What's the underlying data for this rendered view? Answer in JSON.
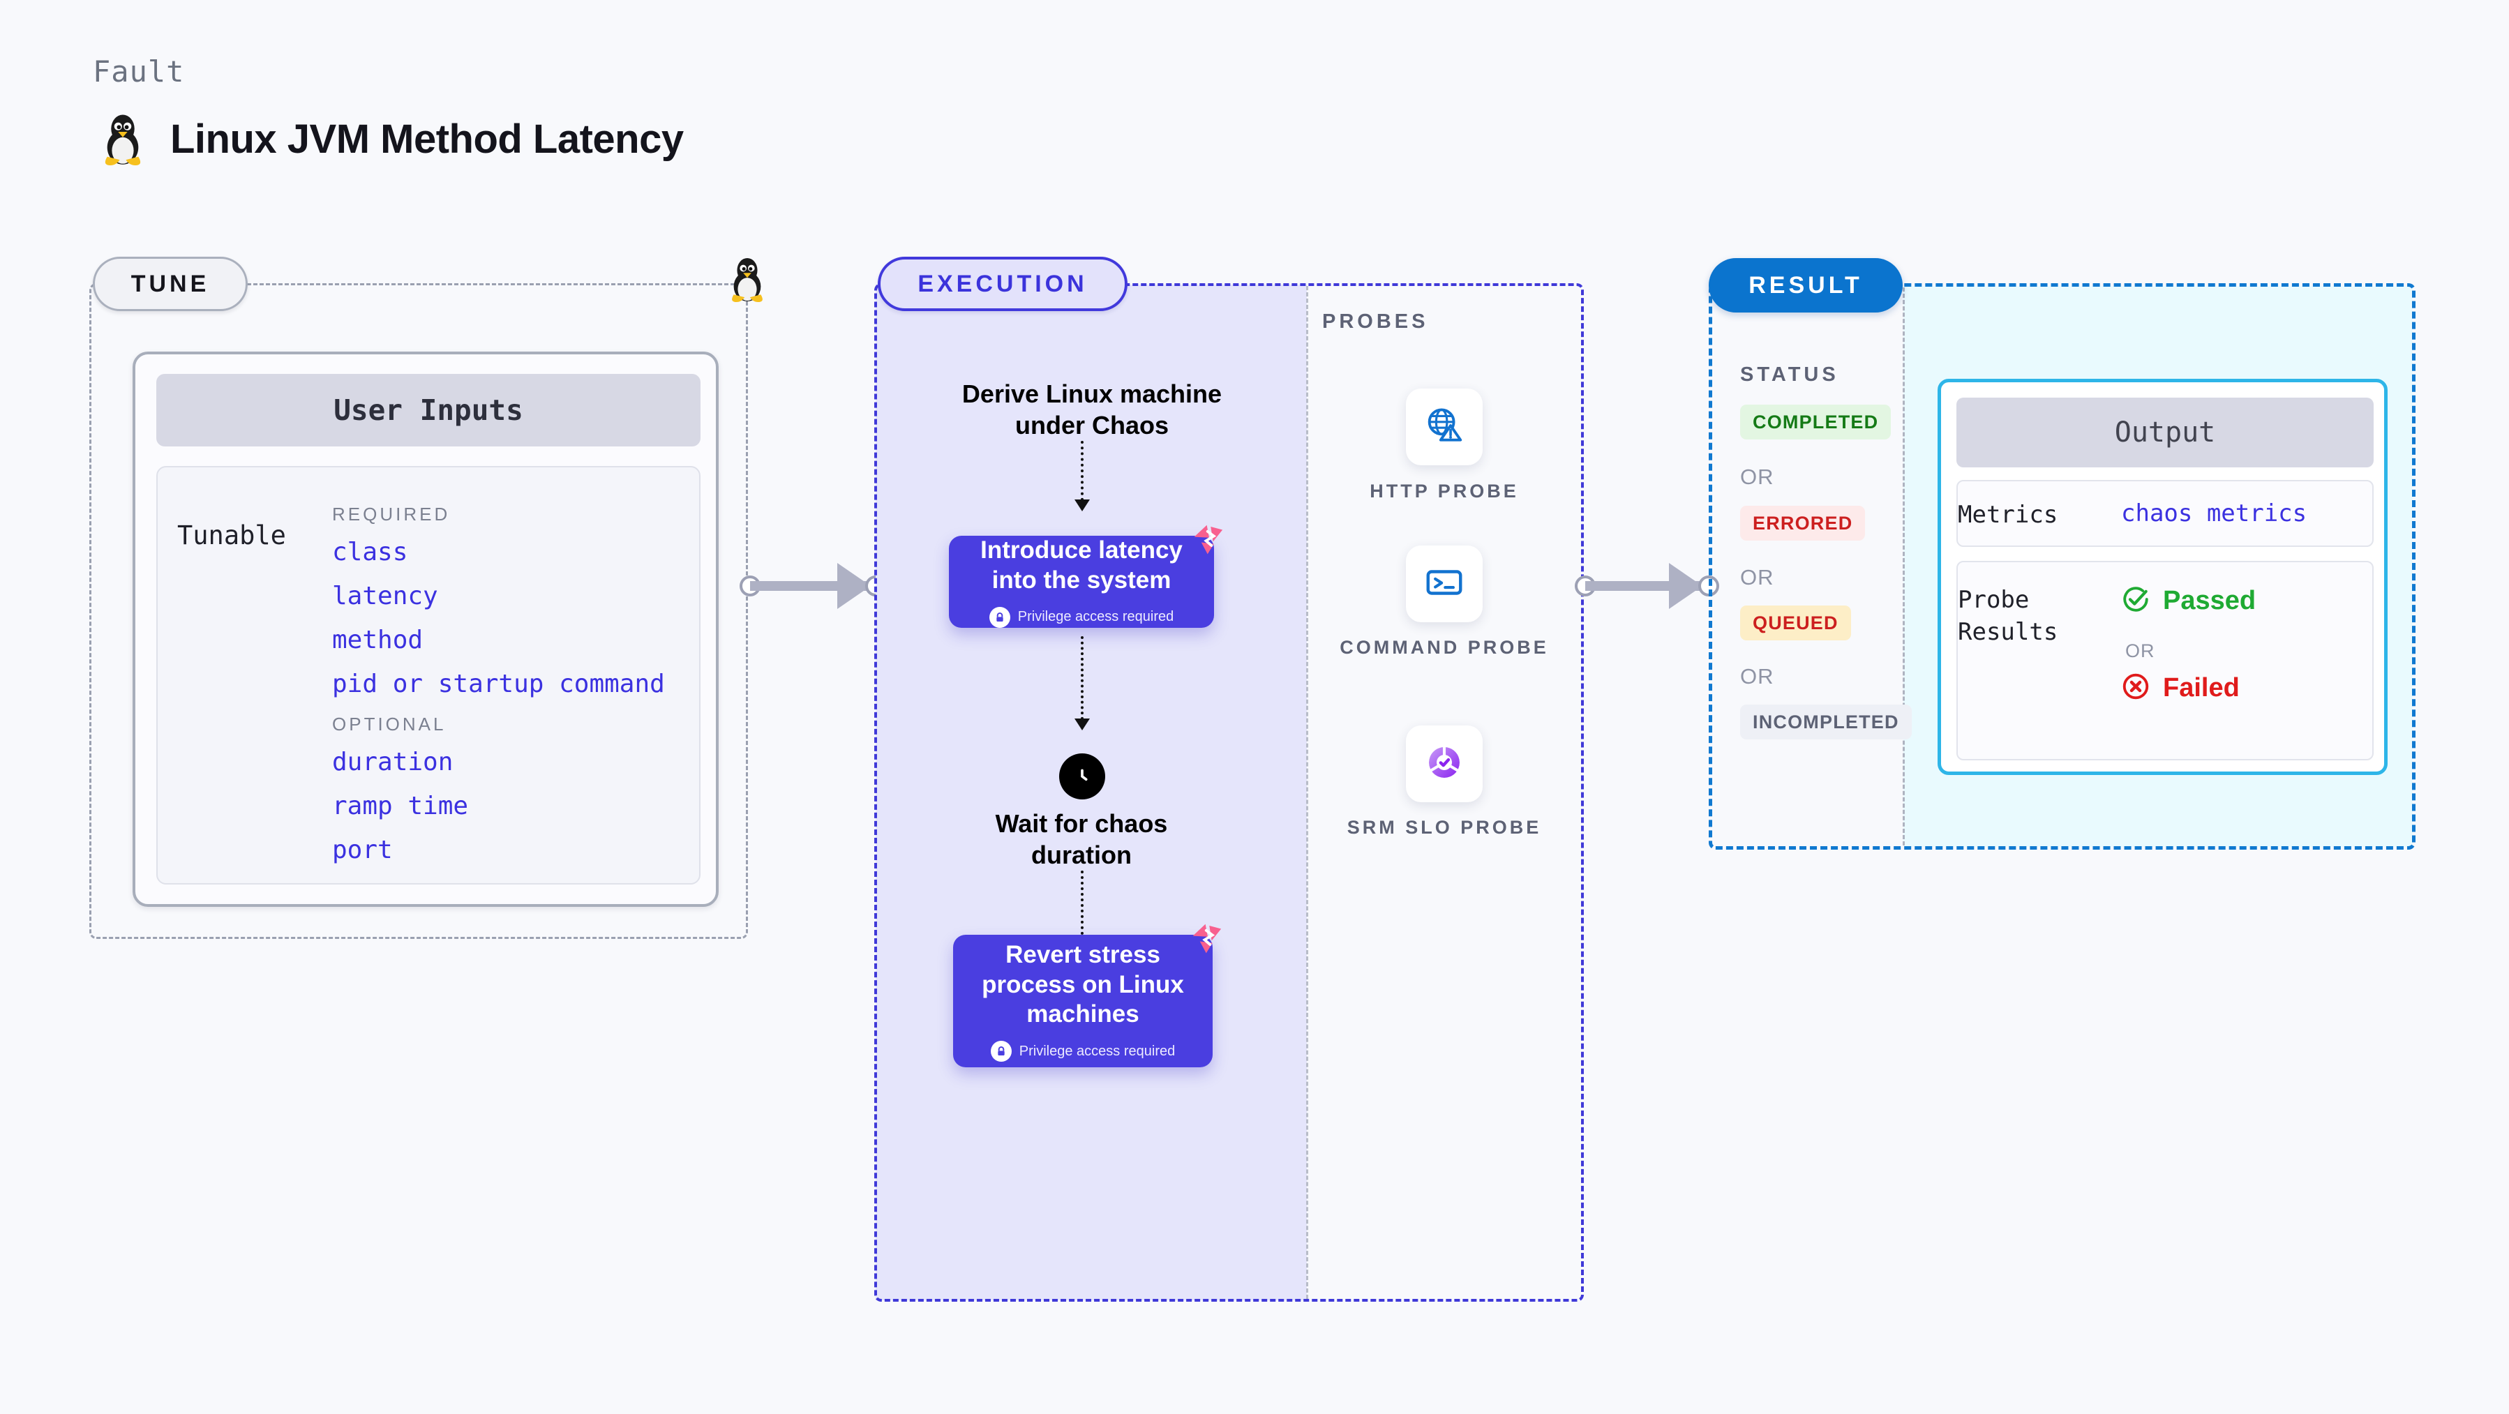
{
  "header": {
    "kicker": "Fault",
    "title": "Linux JVM Method Latency",
    "icon": "tux-penguin-icon"
  },
  "tune": {
    "pill_label": "TUNE",
    "panel_title": "User Inputs",
    "tunable_label": "Tunable",
    "groups": [
      {
        "heading": "REQUIRED",
        "items": [
          "class",
          "latency",
          "method",
          "pid or startup command"
        ]
      },
      {
        "heading": "OPTIONAL",
        "items": [
          "duration",
          "ramp time",
          "port"
        ]
      }
    ]
  },
  "execution": {
    "pill_label": "EXECUTION",
    "steps": [
      {
        "type": "text",
        "label": "Derive Linux machine\nunder Chaos"
      },
      {
        "type": "card",
        "label": "Introduce latency\ninto the system",
        "note": "Privilege access required",
        "badge": "litmus-logo-icon"
      },
      {
        "type": "clock",
        "label": "Wait for chaos\nduration"
      },
      {
        "type": "card",
        "label": "Revert stress\nprocess on Linux\nmachines",
        "note": "Privilege access required",
        "badge": "litmus-logo-icon"
      }
    ]
  },
  "probes": {
    "section_label": "PROBES",
    "items": [
      {
        "name": "HTTP PROBE",
        "icon": "globe-warning-icon"
      },
      {
        "name": "COMMAND PROBE",
        "icon": "terminal-icon"
      },
      {
        "name": "SRM SLO PROBE",
        "icon": "slo-donut-check-icon"
      }
    ]
  },
  "result": {
    "pill_label": "RESULT",
    "status_label": "STATUS",
    "or_label": "OR",
    "statuses": [
      {
        "label": "COMPLETED",
        "bg": "#e3f6e2",
        "fg": "#157a16"
      },
      {
        "label": "ERRORED",
        "bg": "#fdeaea",
        "fg": "#cc1f1f"
      },
      {
        "label": "QUEUED",
        "bg": "#fdeec7",
        "fg": "#cc1f1f"
      },
      {
        "label": "INCOMPLETED",
        "bg": "#eef0f6",
        "fg": "#5d6275"
      }
    ],
    "output": {
      "title": "Output",
      "metrics_key": "Metrics",
      "metrics_value": "chaos metrics",
      "probe_key": "Probe\nResults",
      "passed": "Passed",
      "failed": "Failed",
      "or_label": "OR"
    }
  },
  "colors": {
    "accent_purple": "#4a3ee0",
    "accent_blue": "#0b74ce",
    "cyan_border": "#2eb5e8",
    "litmus_pink": "#f8608f",
    "pass_green": "#1faa33",
    "fail_red": "#e01b1b"
  }
}
